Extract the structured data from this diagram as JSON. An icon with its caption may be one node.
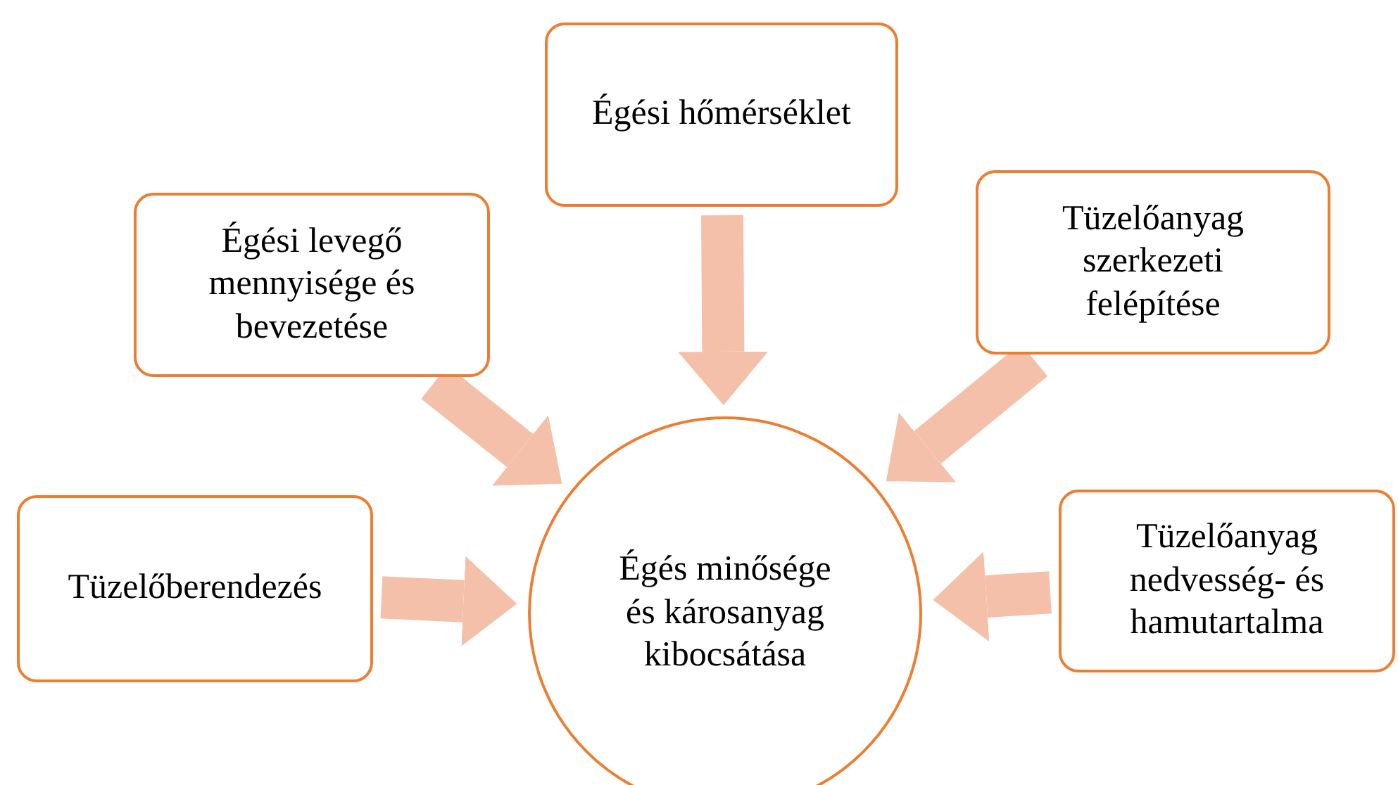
{
  "diagram": {
    "nodes": [
      {
        "text": [
          "Égés minősége és károsanyag kibocsátása"
        ]
      },
      {
        "text": [
          "Tüzelőberendezés"
        ]
      },
      {
        "text": [
          "Égési levegő mennyisége és bevezetése"
        ]
      },
      {
        "text": [
          "Égési hőmérséklet"
        ]
      },
      {
        "text": [
          "Tüzelőanyag szerkezeti felépítése"
        ]
      },
      {
        "text": [
          "Tüzelőanyag nedvesség- és hamutartalma"
        ]
      }
    ],
    "edges": [
      {
        "from": 1,
        "to": 0,
        "arrow": "to"
      },
      {
        "from": 2,
        "to": 0,
        "arrow": "to"
      },
      {
        "from": 3,
        "to": 0,
        "arrow": "to"
      },
      {
        "from": 4,
        "to": 0,
        "arrow": "to"
      },
      {
        "from": 5,
        "to": 0,
        "arrow": "to"
      }
    ]
  }
}
